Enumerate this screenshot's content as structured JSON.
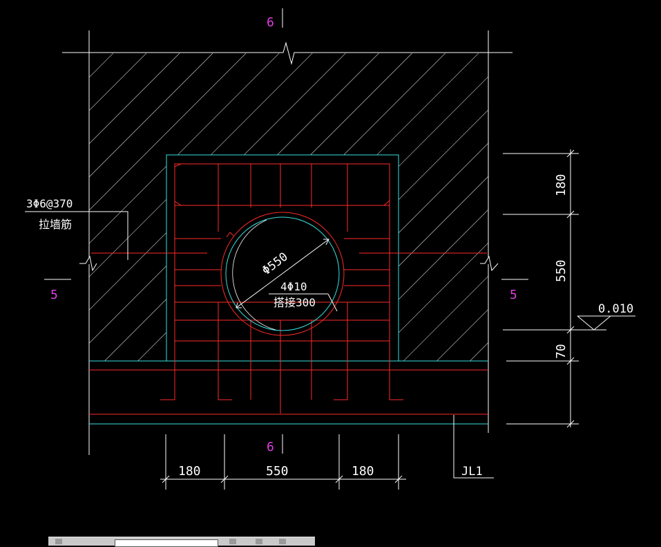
{
  "drawing": {
    "section_mark_top": "6",
    "section_mark_bottom": "6",
    "section_mark_left": "5",
    "section_mark_right": "5",
    "tie_rebar_label": "3Φ6@370",
    "tie_rebar_note": "拉墙筋",
    "pipe_diameter": "Φ550",
    "ring_rebar": "4Φ10",
    "lap_note": "搭接300",
    "elevation": "0.010",
    "beam_label": "JL1",
    "dims_bottom": [
      "180",
      "550",
      "180"
    ],
    "dims_right": [
      "180",
      "550",
      "70"
    ]
  },
  "colors": {
    "background": "#000000",
    "line_white": "#ffffff",
    "line_cyan": "#38e0e0",
    "line_red": "#ff2a2a",
    "section_mark": "#e040e0"
  },
  "toolbar": {
    "icons": [
      "zoom-icon",
      "pan-icon",
      "layer-icon",
      "print-icon"
    ]
  }
}
